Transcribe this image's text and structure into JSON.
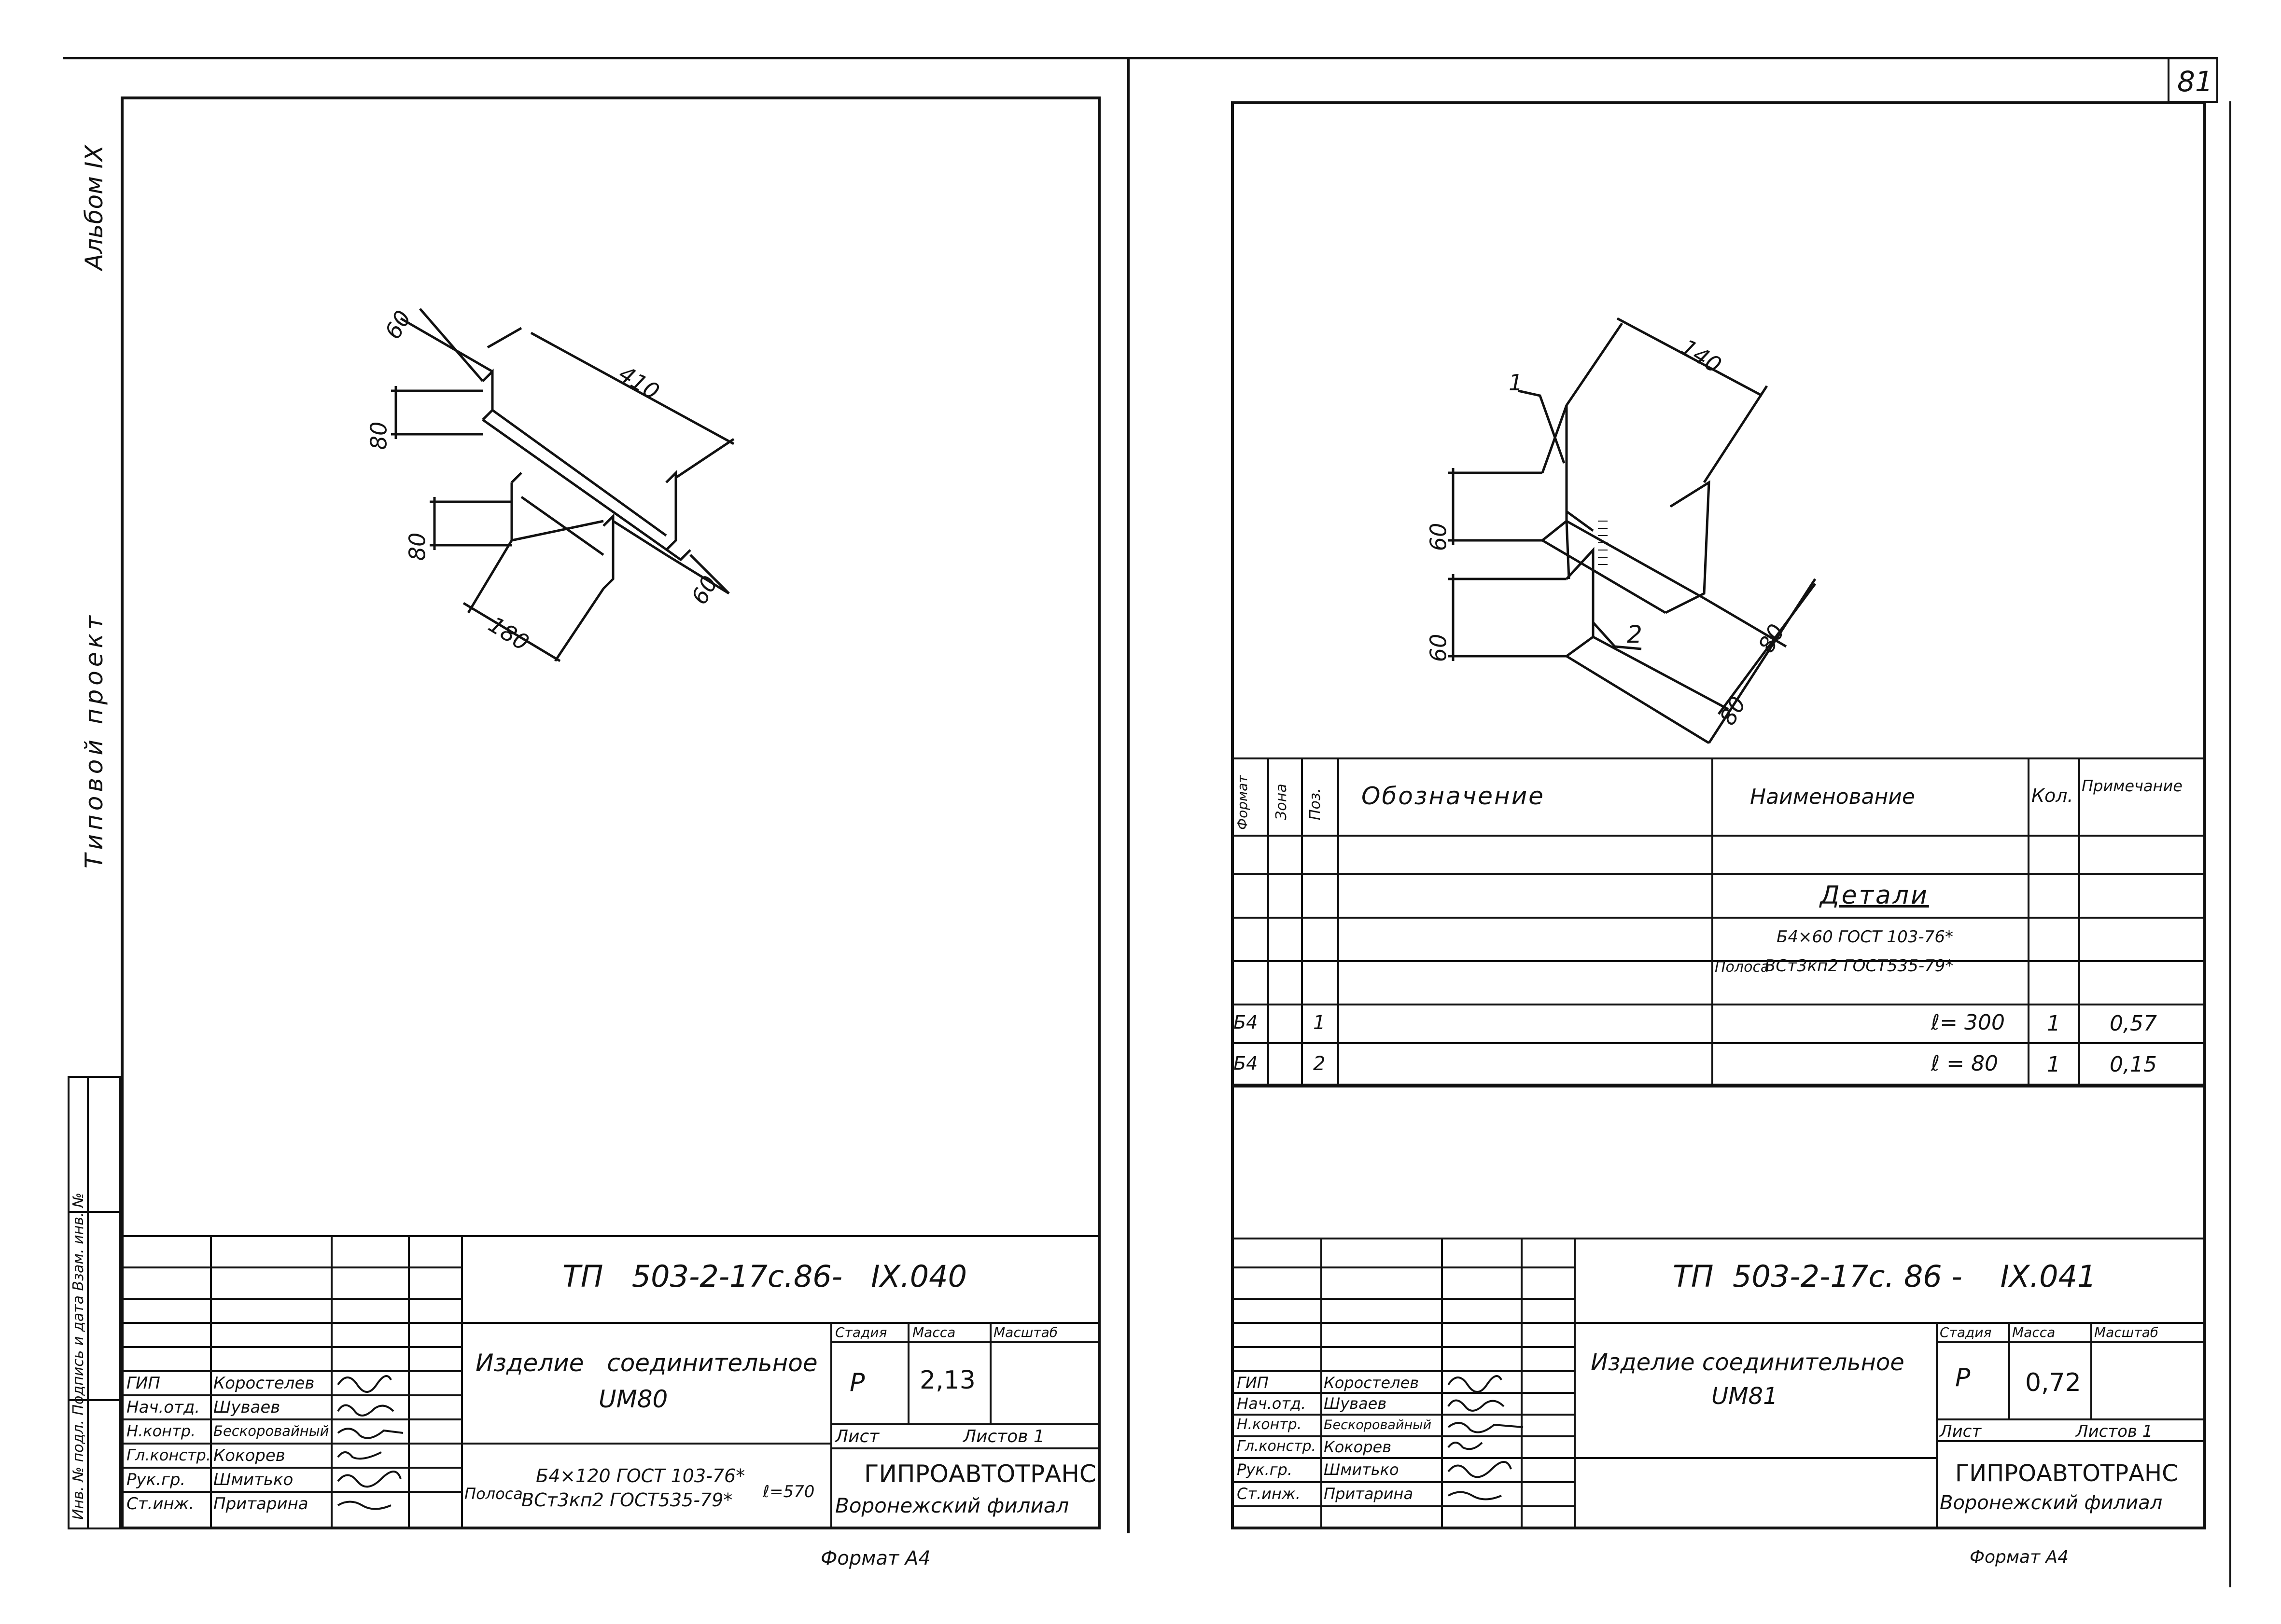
{
  "page_number": "81",
  "spine": {
    "album": "Альбом IX",
    "project": "Типовой проект",
    "stamp": "Инв. № подл. Подпись и дата Взам. инв. №"
  },
  "left_sheet": {
    "dims": {
      "d60a": "60",
      "d410": "410",
      "d80a": "80",
      "d80b": "80",
      "d180": "180",
      "d60b": "60"
    },
    "designation": "ТП   503-2-17с.86-   IX.040",
    "title_line1": "Изделие   соединительное",
    "title_line2": "UM80",
    "stage_label": "Стадия",
    "mass_label": "Масса",
    "scale_label": "Масштаб",
    "stage": "Р",
    "mass": "2,13",
    "scale": "",
    "sheet_label": "Лист",
    "sheets_label": "Листов 1",
    "material_prefix": "Полоса",
    "material_top": "Б4×120 ГОСТ 103-76*",
    "material_bottom": "ВСт3кп2 ГОСТ535-79*",
    "length": "ℓ=570",
    "org": "ГИПРОАВТОТРАНС",
    "branch": "Воронежский филиал",
    "staff": [
      {
        "role": "ГИП",
        "name": "Коростелев"
      },
      {
        "role": "Нач.отд.",
        "name": "Шуваев"
      },
      {
        "role": "Н.контр.",
        "name": "Бескоровайный"
      },
      {
        "role": "Гл.констр.",
        "name": "Кокорев"
      },
      {
        "role": "Рук.гр.",
        "name": "Шмитько"
      },
      {
        "role": "Ст.инж.",
        "name": "Притарина"
      }
    ],
    "format": "Формат А4"
  },
  "right_sheet": {
    "dims": {
      "d140": "140",
      "d60a": "60",
      "d60b": "60",
      "d80a": "80",
      "d80b": "80"
    },
    "callouts": [
      "1",
      "2"
    ],
    "table_headers": {
      "format": "Формат",
      "zone": "Зона",
      "pos": "Поз.",
      "designation": "Обозначение",
      "name": "Наименование",
      "qty": "Кол.",
      "note": "Примечание"
    },
    "section_title": "Детали",
    "material_prefix": "Полоса",
    "material_top": "Б4×60 ГОСТ 103-76*",
    "material_bottom": "ВСт3кп2 ГОСТ535-79*",
    "rows": [
      {
        "format": "Б4",
        "pos": "1",
        "name": "ℓ= 300",
        "qty": "1",
        "note": "0,57"
      },
      {
        "format": "Б4",
        "pos": "2",
        "name": "ℓ = 80",
        "qty": "1",
        "note": "0,15"
      }
    ],
    "designation": "ТП  503-2-17с. 86 -    IX.041",
    "title_line1": "Изделие соединительное",
    "title_line2": "UM81",
    "stage_label": "Стадия",
    "mass_label": "Масса",
    "scale_label": "Масштаб",
    "stage": "Р",
    "mass": "0,72",
    "scale": "",
    "sheet_label": "Лист",
    "sheets_label": "Листов 1",
    "org": "ГИПРОАВТОТРАНС",
    "branch": "Воронежский филиал",
    "staff": [
      {
        "role": "ГИП",
        "name": "Коростелев"
      },
      {
        "role": "Нач.отд.",
        "name": "Шуваев"
      },
      {
        "role": "Н.контр.",
        "name": "Бескоровайный"
      },
      {
        "role": "Гл.констр.",
        "name": "Кокорев"
      },
      {
        "role": "Рук.гр.",
        "name": "Шмитько"
      },
      {
        "role": "Ст.инж.",
        "name": "Притарина"
      }
    ],
    "format": "Формат А4"
  }
}
